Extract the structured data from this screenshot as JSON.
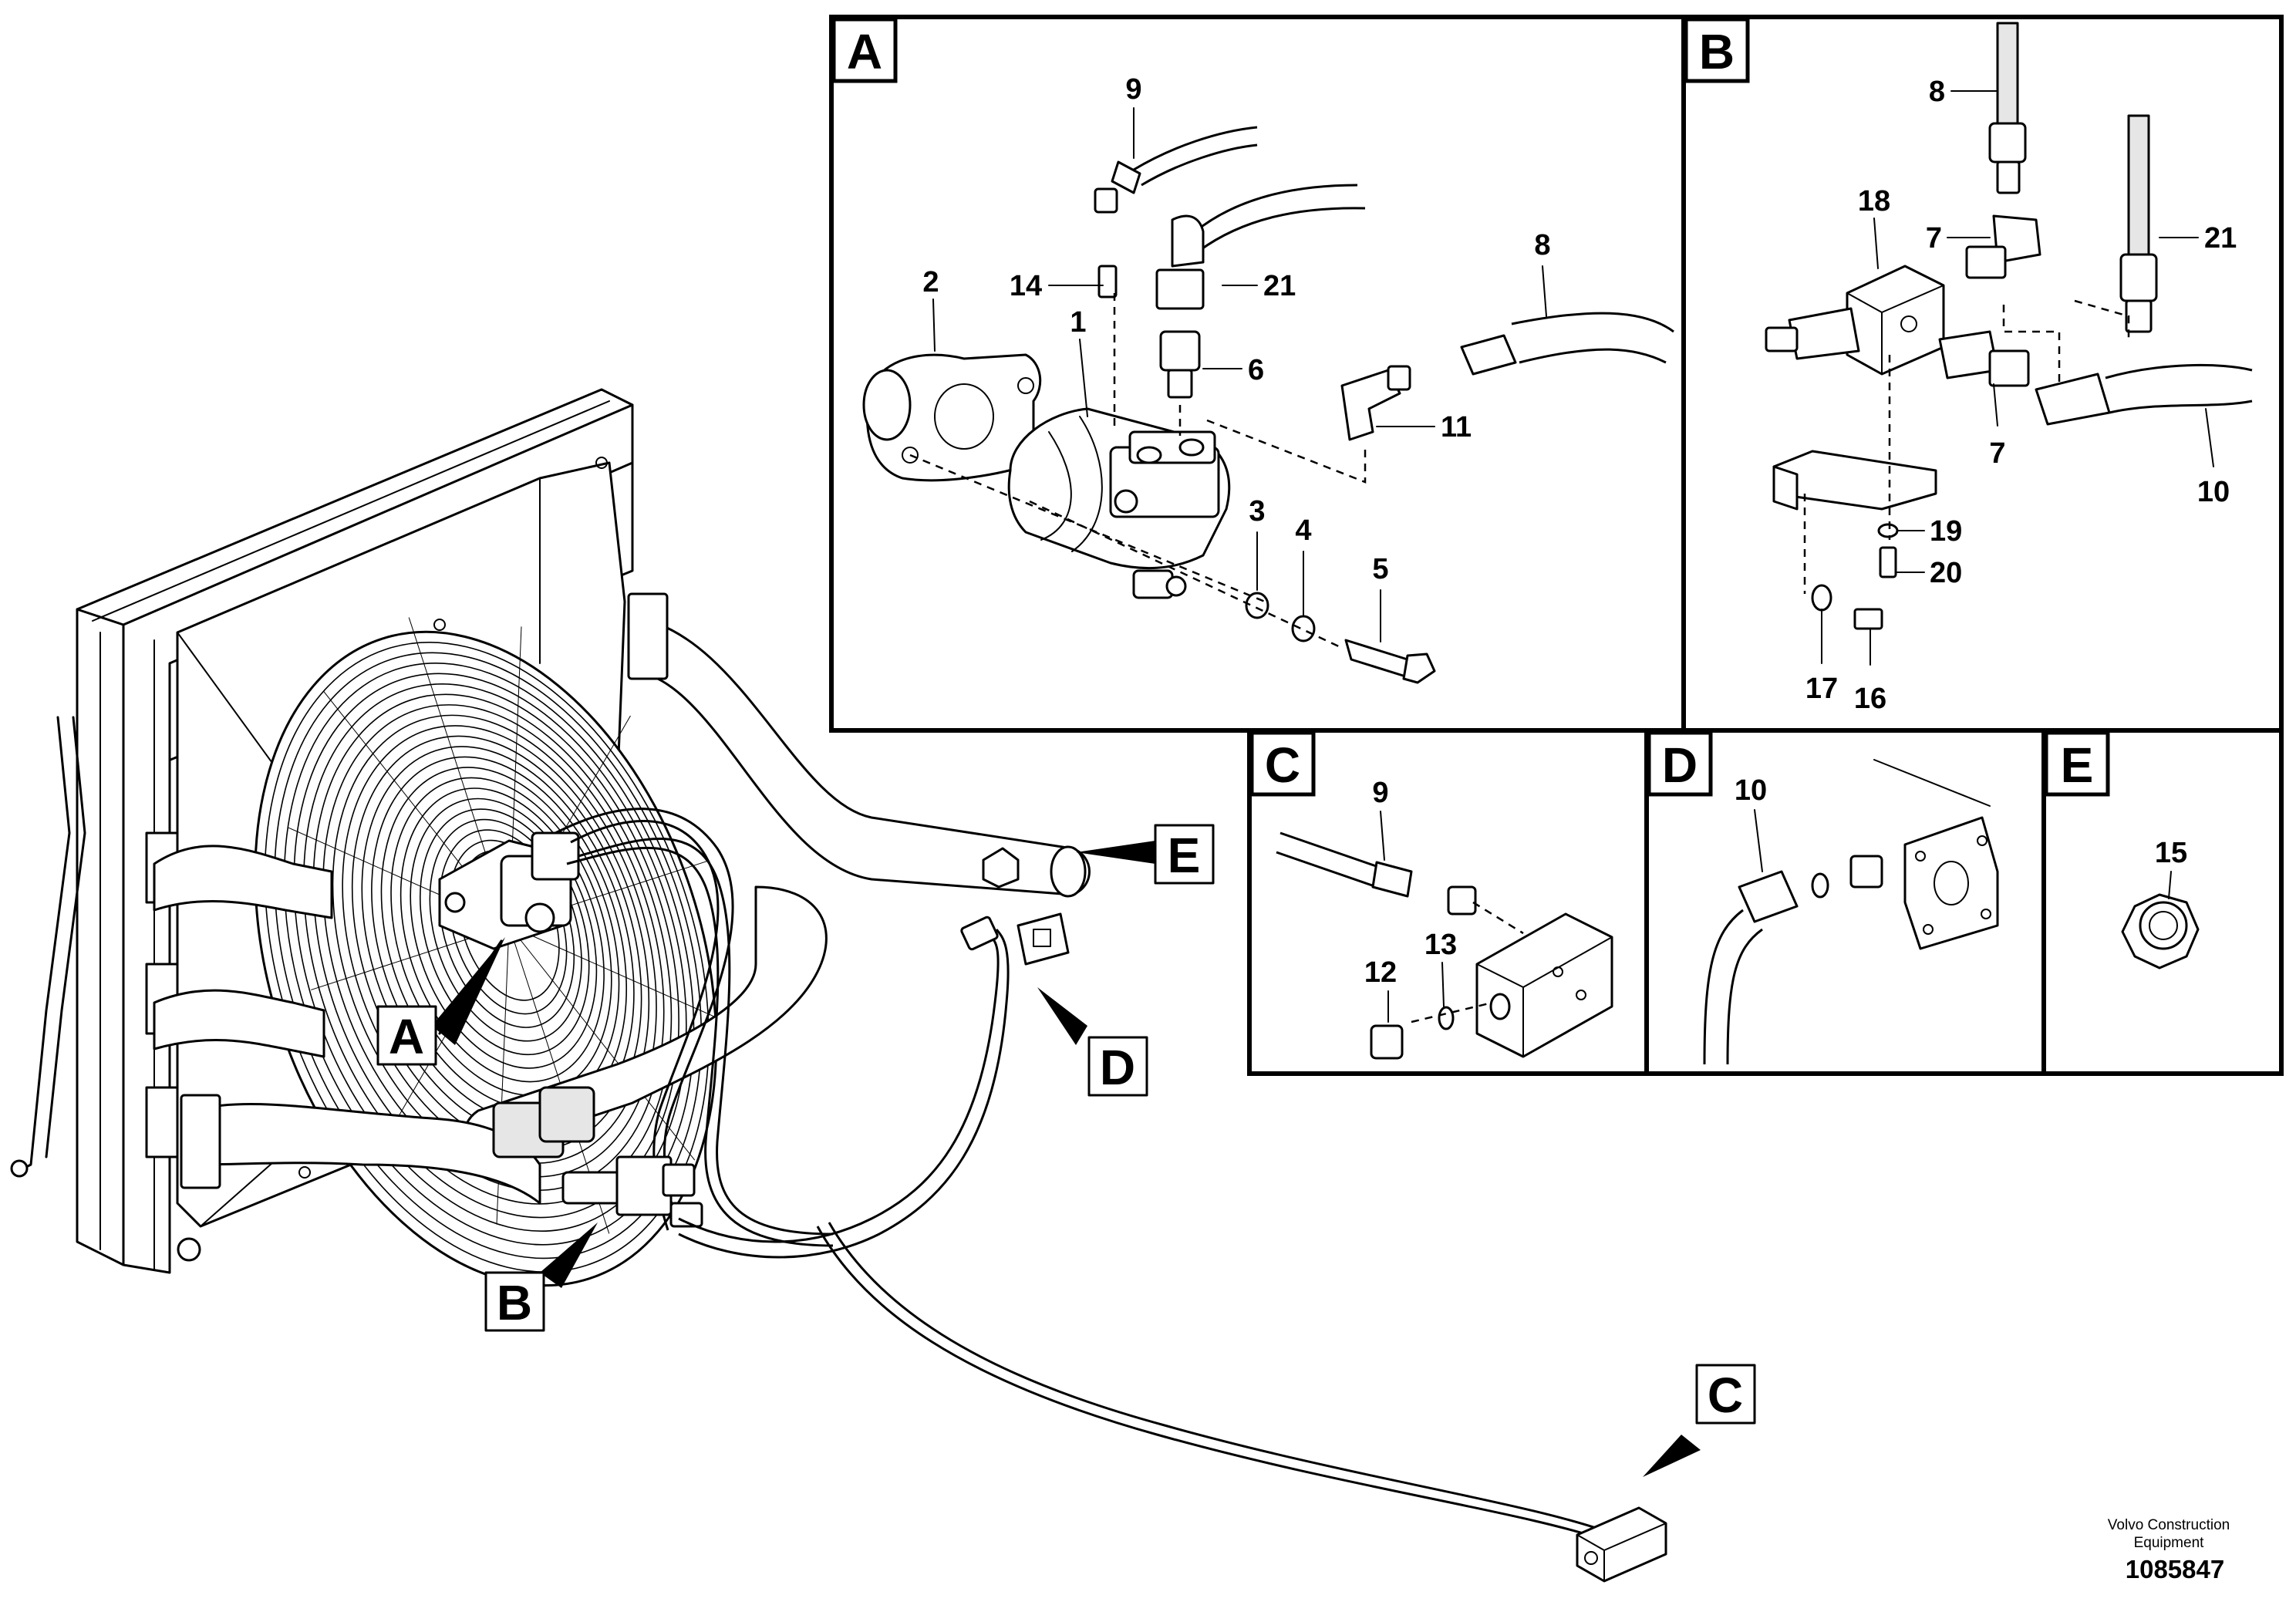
{
  "diagram": {
    "type": "exploded parts diagram",
    "caption": {
      "line1": "Volvo Construction",
      "line2": "Equipment"
    },
    "document_number": "1085847"
  },
  "detail_views": [
    {
      "id": "A",
      "label": "A",
      "callouts": [
        "9",
        "14",
        "21",
        "2",
        "1",
        "6",
        "8",
        "11",
        "3",
        "4",
        "5"
      ]
    },
    {
      "id": "B",
      "label": "B",
      "callouts": [
        "8",
        "18",
        "7",
        "21",
        "7",
        "10",
        "19",
        "20",
        "17",
        "16"
      ]
    },
    {
      "id": "C",
      "label": "C",
      "callouts": [
        "9",
        "12",
        "13"
      ]
    },
    {
      "id": "D",
      "label": "D",
      "callouts": [
        "10"
      ]
    },
    {
      "id": "E",
      "label": "E",
      "callouts": [
        "15"
      ]
    }
  ],
  "overview_markers": {
    "A": "A",
    "B": "B",
    "C": "C",
    "D": "D",
    "E": "E"
  },
  "callouts": {
    "a9": "9",
    "a14": "14",
    "a21": "21",
    "a2": "2",
    "a1": "1",
    "a6": "6",
    "a8": "8",
    "a11": "11",
    "a3": "3",
    "a4": "4",
    "a5": "5",
    "b8": "8",
    "b18": "18",
    "b7a": "7",
    "b21": "21",
    "b7b": "7",
    "b10": "10",
    "b19": "19",
    "b20": "20",
    "b17": "17",
    "b16": "16",
    "c9": "9",
    "c12": "12",
    "c13": "13",
    "d10": "10",
    "e15": "15"
  }
}
